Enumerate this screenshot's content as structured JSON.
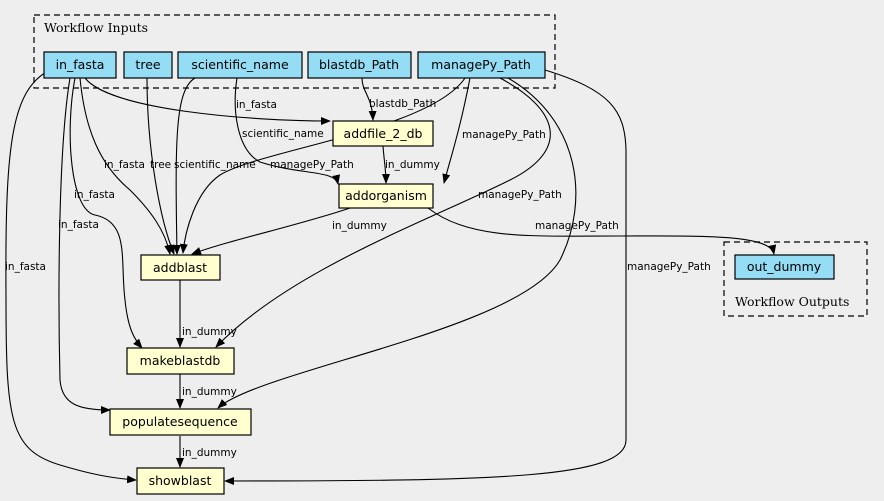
{
  "colors": {
    "background": "#eeeeee",
    "io_node_fill": "#94ddf4",
    "step_node_fill": "#ffffd0",
    "stroke": "#000000"
  },
  "clusters": {
    "inputs": {
      "label": "Workflow Inputs"
    },
    "outputs": {
      "label": "Workflow Outputs"
    }
  },
  "nodes": {
    "in_fasta": {
      "label": "in_fasta",
      "kind": "input"
    },
    "tree": {
      "label": "tree",
      "kind": "input"
    },
    "scientific_name": {
      "label": "scientific_name",
      "kind": "input"
    },
    "blastdb_Path": {
      "label": "blastdb_Path",
      "kind": "input"
    },
    "managePy_Path": {
      "label": "managePy_Path",
      "kind": "input"
    },
    "addfile_2_db": {
      "label": "addfile_2_db",
      "kind": "step"
    },
    "addorganism": {
      "label": "addorganism",
      "kind": "step"
    },
    "addblast": {
      "label": "addblast",
      "kind": "step"
    },
    "makeblastdb": {
      "label": "makeblastdb",
      "kind": "step"
    },
    "populatesequence": {
      "label": "populatesequence",
      "kind": "step"
    },
    "showblast": {
      "label": "showblast",
      "kind": "step"
    },
    "out_dummy": {
      "label": "out_dummy",
      "kind": "output"
    }
  },
  "edges": [
    {
      "from": "in_fasta",
      "to": "addfile_2_db",
      "label": "in_fasta"
    },
    {
      "from": "blastdb_Path",
      "to": "addfile_2_db",
      "label": "blastdb_Path"
    },
    {
      "from": "scientific_name",
      "to": "addorganism",
      "label": "scientific_name"
    },
    {
      "from": "addfile_2_db",
      "to": "addorganism",
      "label": "in_dummy"
    },
    {
      "from": "managePy_Path",
      "to": "addorganism",
      "label": "managePy_Path"
    },
    {
      "from": "managePy_Path",
      "to": "addblast",
      "label": "managePy_Path"
    },
    {
      "from": "in_fasta",
      "to": "addblast",
      "label": "in_fasta"
    },
    {
      "from": "tree",
      "to": "addblast",
      "label": "tree"
    },
    {
      "from": "scientific_name",
      "to": "addblast",
      "label": "scientific_name"
    },
    {
      "from": "addorganism",
      "to": "addblast",
      "label": "in_dummy"
    },
    {
      "from": "addorganism",
      "to": "out_dummy",
      "label": "managePy_Path"
    },
    {
      "from": "in_fasta",
      "to": "makeblastdb",
      "label": "in_fasta"
    },
    {
      "from": "addblast",
      "to": "makeblastdb",
      "label": "in_dummy"
    },
    {
      "from": "managePy_Path",
      "to": "makeblastdb",
      "label": "managePy_Path"
    },
    {
      "from": "in_fasta",
      "to": "populatesequence",
      "label": "in_fasta"
    },
    {
      "from": "makeblastdb",
      "to": "populatesequence",
      "label": "in_dummy"
    },
    {
      "from": "managePy_Path",
      "to": "populatesequence",
      "label": ""
    },
    {
      "from": "in_fasta",
      "to": "showblast",
      "label": "in_fasta"
    },
    {
      "from": "populatesequence",
      "to": "showblast",
      "label": "in_dummy"
    },
    {
      "from": "managePy_Path",
      "to": "showblast",
      "label": "managePy_Path"
    }
  ]
}
